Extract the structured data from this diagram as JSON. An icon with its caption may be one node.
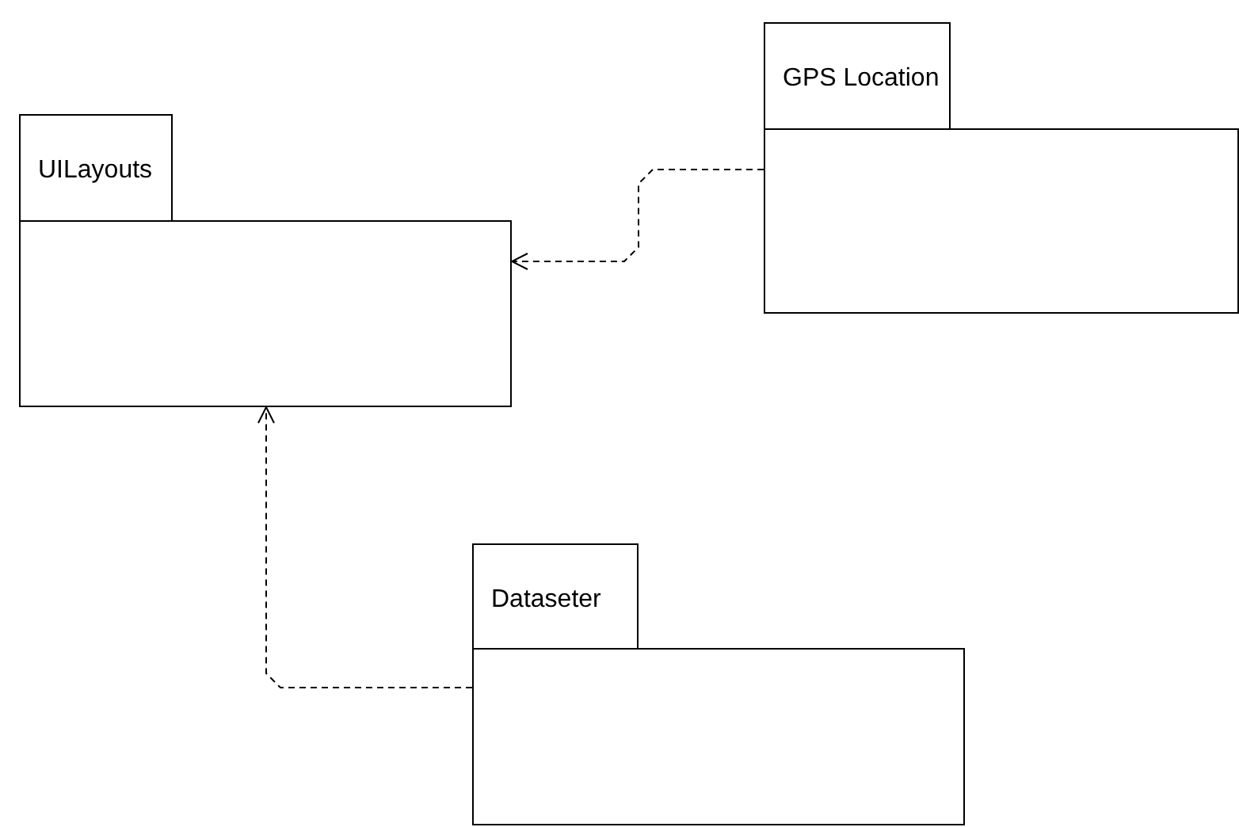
{
  "diagram": {
    "nodes": [
      {
        "text": [
          "UILayouts"
        ]
      },
      {
        "text": [
          "GPS Location"
        ]
      },
      {
        "text": [
          "Dataseter"
        ]
      }
    ],
    "edges": [
      {
        "from": 1,
        "to": 0,
        "arrow": "to",
        "style": "dashed"
      },
      {
        "from": 2,
        "to": 0,
        "arrow": "to",
        "style": "dashed"
      }
    ]
  }
}
